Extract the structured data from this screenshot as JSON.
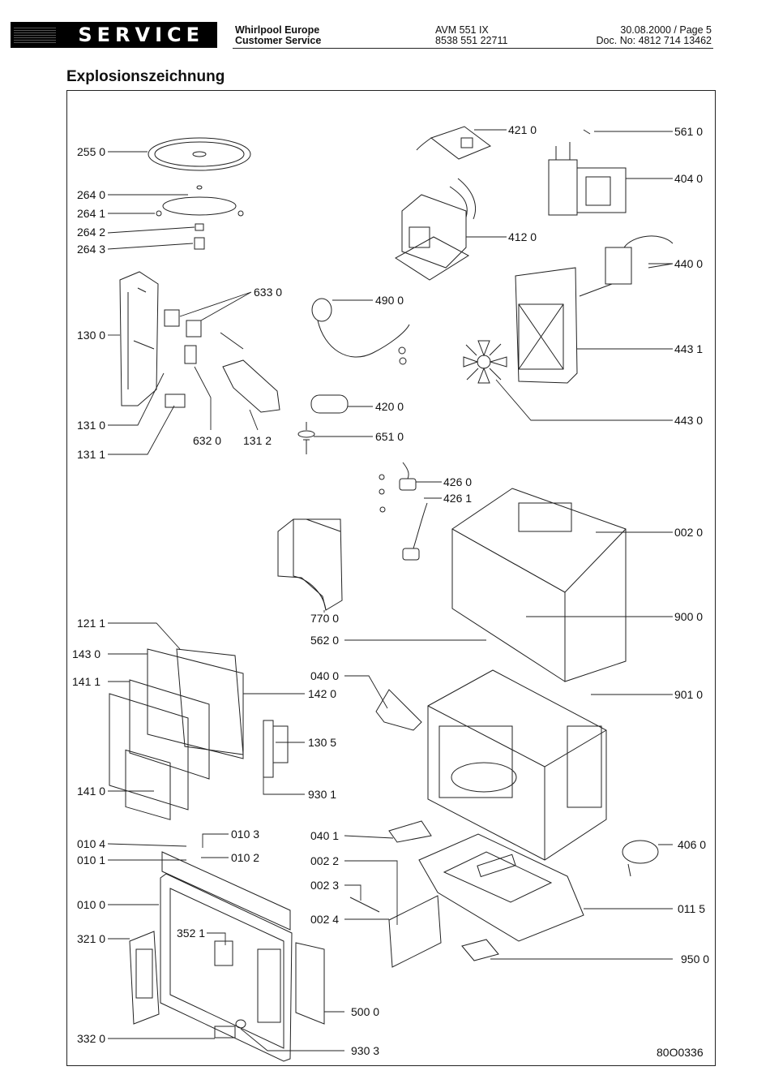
{
  "header": {
    "service": "SERVICE",
    "company_line1": "Whirlpool Europe",
    "company_line2": "Customer Service",
    "model": "AVM 551 IX",
    "model_code": "8538 551 22711",
    "date_page": "30.08.2000 / Page 5",
    "doc_no": "Doc. No: 4812 714 13462"
  },
  "title": "Explosionszeichnung",
  "footer_code": "80O0336",
  "part_labels": {
    "p2550": "255 0",
    "p2640": "264 0",
    "p2641": "264 1",
    "p2642": "264 2",
    "p2643": "264 3",
    "p4210": "421 0",
    "p5610": "561 0",
    "p4040": "404 0",
    "p4120": "412 0",
    "p4400": "440 0",
    "p4431": "443 1",
    "p4430": "443 0",
    "p6330": "633 0",
    "p4900": "490 0",
    "p1300": "130 0",
    "p4200": "420 0",
    "p6510": "651 0",
    "p1310": "131 0",
    "p1311": "131 1",
    "p6320": "632 0",
    "p1312": "131 2",
    "p4260": "426 0",
    "p4261": "426 1",
    "p0020": "002 0",
    "p7700": "770 0",
    "p1211": "121 1",
    "p5620": "562 0",
    "p9000": "900 0",
    "p1430": "143 0",
    "p0400": "040 0",
    "p1411": "141 1",
    "p1420": "142 0",
    "p9010": "901 0",
    "p1305": "130 5",
    "p9301": "930 1",
    "p1410": "141 0",
    "p0104": "010 4",
    "p0103": "010 3",
    "p0401": "040 1",
    "p4060": "406 0",
    "p0101": "010 1",
    "p0102": "010 2",
    "p0022": "002 2",
    "p0023": "002 3",
    "p0100": "010 0",
    "p0115": "011 5",
    "p0024": "002 4",
    "p3521": "352 1",
    "p3210": "321 0",
    "p9500": "950 0",
    "p5000": "500 0",
    "p3320": "332 0",
    "p9303": "930 3"
  }
}
